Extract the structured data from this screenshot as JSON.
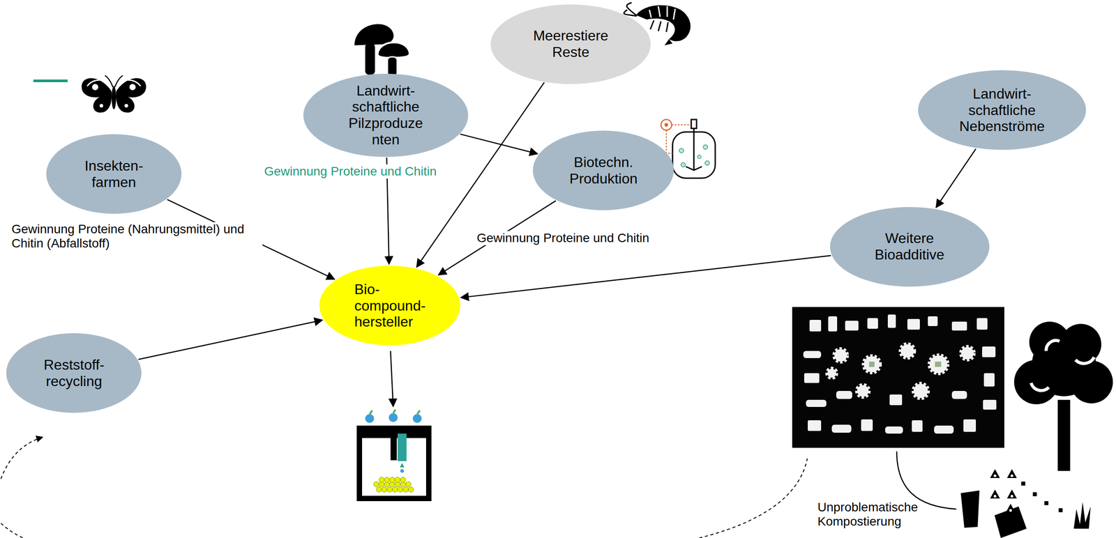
{
  "diagram": {
    "nodes": [
      {
        "text": [
          "Insekten- farmen"
        ]
      },
      {
        "text": [
          "Landwirt- schaftliche Pilzproduze nten"
        ]
      },
      {
        "text": [
          "Meerestiere Reste"
        ]
      },
      {
        "text": [
          "Biotechn. Produktion"
        ]
      },
      {
        "text": [
          "Landwirt- schaftliche Nebenströme"
        ]
      },
      {
        "text": [
          "Weitere Bioadditive"
        ]
      },
      {
        "text": [
          "Bio- compound- hersteller"
        ]
      },
      {
        "text": [
          "Reststoff- recycling"
        ]
      }
    ],
    "edges": [
      {
        "from": 0,
        "to": 6,
        "arrow": "to",
        "label": "Gewinnung Proteine (Nahrungsmittel) und Chitin (Abfallstoff)"
      },
      {
        "from": 1,
        "to": 6,
        "arrow": "to",
        "label": "Gewinnung Proteine und Chitin"
      },
      {
        "from": 1,
        "to": 3,
        "arrow": "to"
      },
      {
        "from": 2,
        "to": 6,
        "arrow": "to"
      },
      {
        "from": 3,
        "to": 6,
        "arrow": "to",
        "label": "Gewinnung Proteine und Chitin"
      },
      {
        "from": 4,
        "to": 5,
        "arrow": "to"
      },
      {
        "from": 5,
        "to": 6,
        "arrow": "to"
      },
      {
        "from": 7,
        "to": 6,
        "arrow": "to"
      }
    ],
    "labels": [
      "Unproblematische Kompostierung"
    ]
  }
}
